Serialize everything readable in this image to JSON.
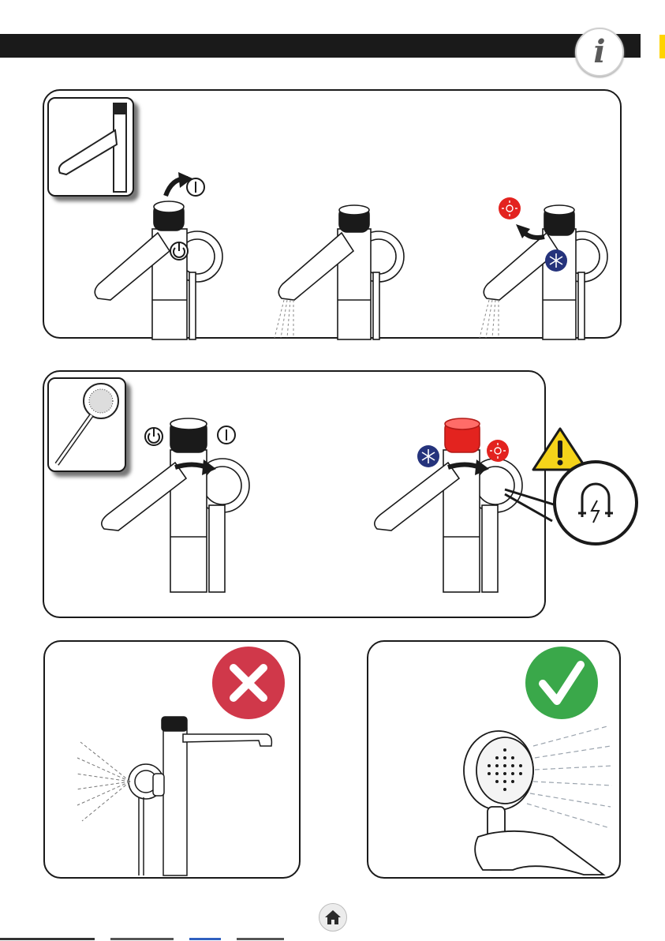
{
  "header": {
    "info_symbol": "i",
    "info_icon": "info-icon",
    "bar_color": "#1a1a1a",
    "marker_color": "#ffd400"
  },
  "panels": {
    "spout_operation": {
      "thumbnail_icon": "spout-icon",
      "steps": [
        "open-valve",
        "water-flow",
        "temperature-adjust"
      ],
      "on_symbol": "I",
      "off_symbol": "⏻"
    },
    "handshower_operation": {
      "thumbnail_icon": "handshower-icon",
      "steps": [
        "divert-to-handshower",
        "temperature-adjust"
      ],
      "warning_icon": "warning-icon",
      "magnet_icon": "magnet-icon",
      "on_symbol": "I",
      "off_symbol": "⏻"
    },
    "incorrect_use": {
      "status_icon": "cross-icon",
      "color": "#d0384a"
    },
    "correct_use": {
      "status_icon": "checkmark-icon",
      "color": "#3aa84a"
    }
  },
  "colors": {
    "hot": "#e3231f",
    "cold": "#25337c",
    "warning": "#f5d31a"
  },
  "footer": {
    "home_icon": "home-icon"
  }
}
